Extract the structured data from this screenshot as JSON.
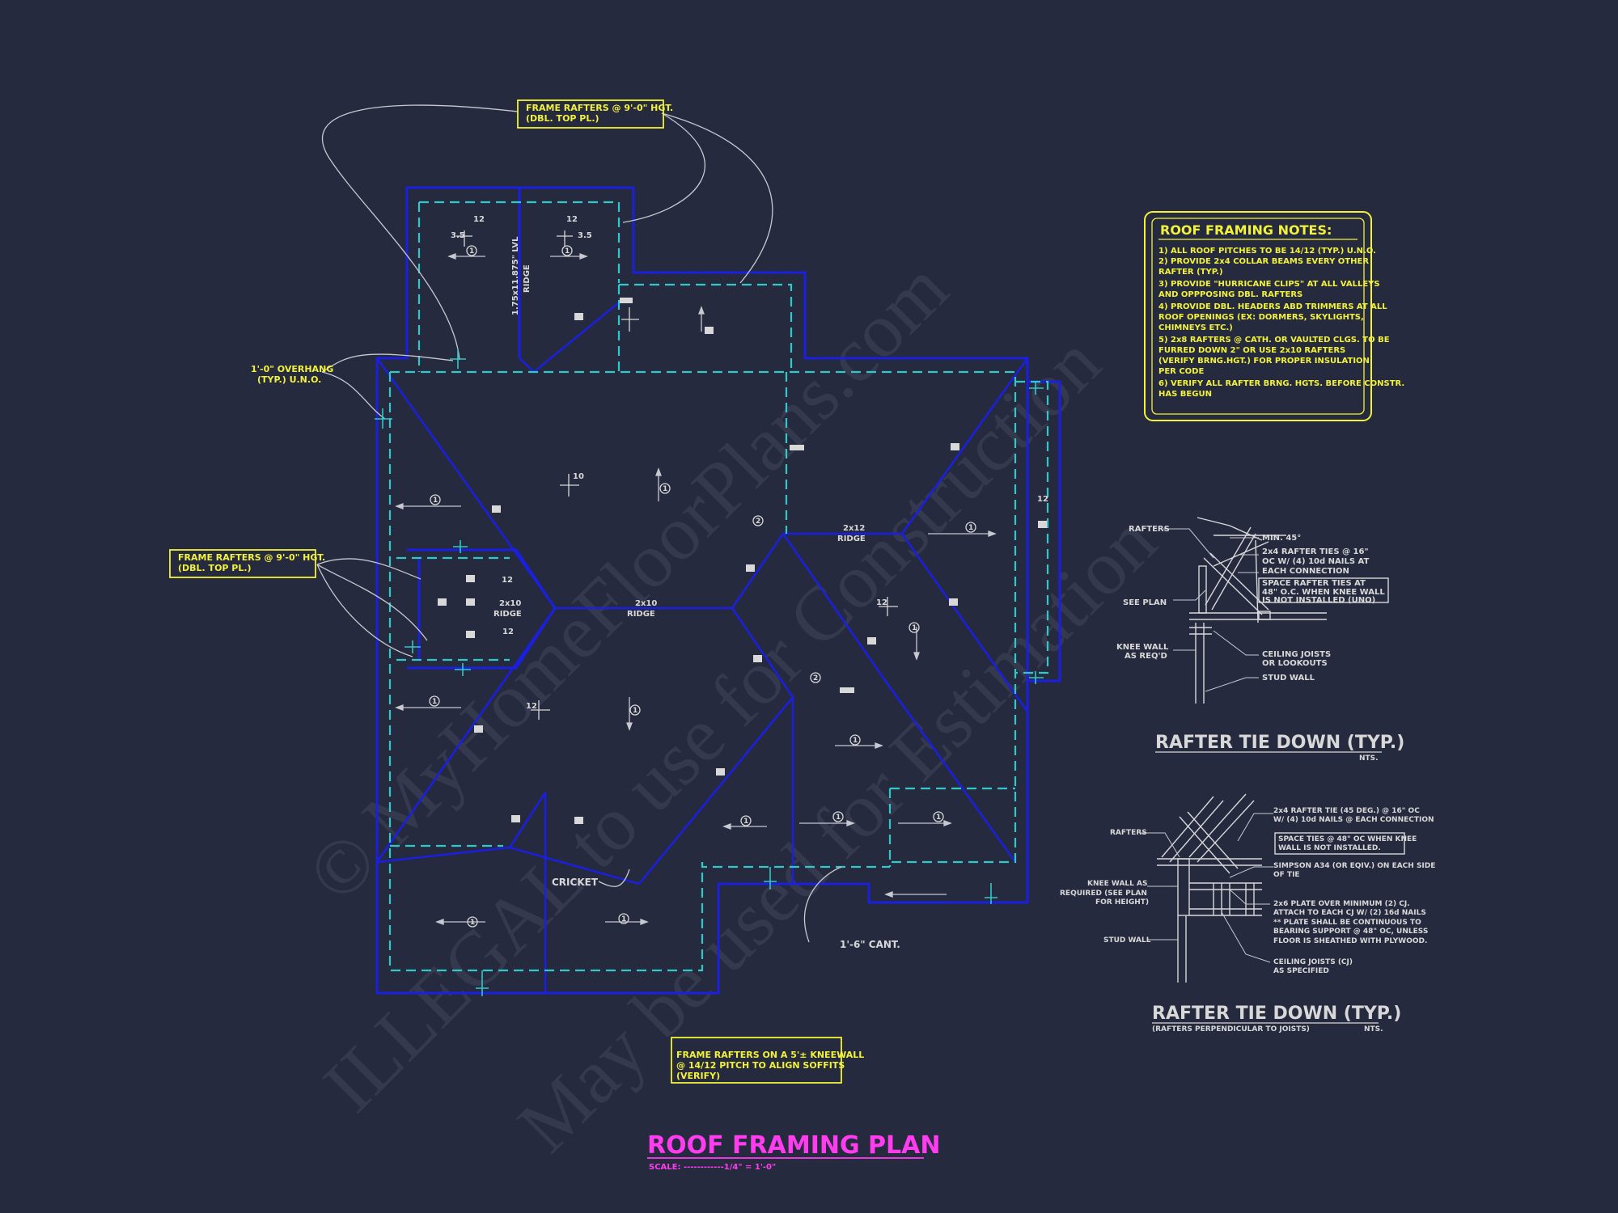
{
  "colors": {
    "background": "#262a3e",
    "wall": "#1a1fe0",
    "dash": "#30c8c8",
    "note": "#f2f23a",
    "title": "#ff3cf0",
    "text": "#d8d8d8"
  },
  "callouts": {
    "frame_top": [
      "FRAME RAFTERS @ 9'-0\" HGT.",
      "(DBL. TOP PL.)"
    ],
    "frame_left": [
      "FRAME RAFTERS @ 9'-0\" HGT.",
      "(DBL. TOP PL.)"
    ],
    "overhang": [
      "1'-0\" OVERHANG",
      "(TYP.) U.N.O."
    ],
    "kneewall": [
      "FRAME RAFTERS ON A 5'± KNEEWALL",
      "@ 14/12 PITCH TO ALIGN SOFFITS",
      "(VERIFY)"
    ],
    "cricket": "CRICKET",
    "cant": "1'-6\" CANT."
  },
  "plan_labels": {
    "lvl_ridge": [
      "1.75x11.875\" LVL",
      "RIDGE"
    ],
    "ridge_2x12": [
      "2x12",
      "RIDGE"
    ],
    "ridge_2x10": [
      "2x10",
      "RIDGE"
    ],
    "ridge_2x10_b": [
      "2x10",
      "RIDGE"
    ],
    "pitch_12": "12",
    "pitch_35": "3.5",
    "pitch_10": "10",
    "circle_1": "1",
    "circle_2": "2"
  },
  "notes": {
    "title": "ROOF FRAMING NOTES:",
    "items": [
      "1) ALL ROOF PITCHES TO BE 14/12 (TYP.) U.N.O.",
      "2) PROVIDE 2x4 COLLAR BEAMS EVERY OTHER",
      "   RAFTER (TYP.)",
      "3) PROVIDE \"HURRICANE CLIPS\" AT ALL VALLEYS",
      "   AND OPPPOSING DBL. RAFTERS",
      "4) PROVIDE DBL. HEADERS ABD TRIMMERS AT ALL",
      "   ROOF OPENINGS (EX: DORMERS, SKYLIGHTS,",
      "   CHIMNEYS ETC.)",
      "5) 2x8 RAFTERS @ CATH. OR VAULTED CLGS. TO BE",
      "   FURRED DOWN 2\" OR USE 2x10 RAFTERS",
      "   (VERIFY BRNG.HGT.) FOR PROPER INSULATION",
      "   PER CODE",
      "6) VERIFY ALL RAFTER BRNG. HGTS. BEFORE CONSTR.",
      "   HAS BEGUN"
    ]
  },
  "detail1": {
    "title": "RAFTER TIE DOWN (TYP.)",
    "nts": "NTS.",
    "labels": [
      "RAFTERS",
      "MIN. 45°",
      "2x4 RAFTER TIES @ 16\"",
      "OC W/ (4) 10d NAILS AT",
      "EACH CONNECTION",
      "SPACE RAFTER TIES AT",
      "48\" O.C. WHEN KNEE WALL",
      "IS NOT INSTALLED (UNO)",
      "SEE PLAN",
      "KNEE WALL",
      "AS REQ'D",
      "CEILING JOISTS",
      "OR LOOKOUTS",
      "STUD WALL"
    ]
  },
  "detail2": {
    "title": "RAFTER TIE DOWN (TYP.)",
    "subtitle": "(RAFTERS PERPENDICULAR TO JOISTS)",
    "nts": "NTS.",
    "labels": [
      "2x4 RAFTER TIE (45 DEG.) @ 16\" OC",
      "W/ (4) 10d NAILS @ EACH CONNECTION",
      "RAFTERS",
      "SPACE TIES @ 48\" OC WHEN KNEE",
      "WALL IS NOT INSTALLED.",
      "SIMPSON A34 (OR EQIV.) ON EACH SIDE",
      "OF TIE",
      "KNEE WALL AS",
      "REQUIRED (SEE PLAN",
      "FOR HEIGHT)",
      "2x6 PLATE OVER MINIMUM (2) CJ.",
      "ATTACH TO EACH CJ W/ (2) 16d NAILS",
      "** PLATE SHALL BE CONTINUOUS TO",
      "BEARING SUPPORT @ 48\" OC, UNLESS",
      "FLOOR IS SHEATHED WITH PLYWOOD.",
      "STUD WALL",
      "CEILING JOISTS (CJ)",
      "AS SPECIFIED"
    ]
  },
  "title": {
    "main": "ROOF FRAMING PLAN",
    "scale": "SCALE: ------------1/4\" = 1'-0\""
  },
  "watermark": [
    "© MyHomeFloorPlans.com",
    "ILLEGAL to use for Construction",
    "May be used for Estimation"
  ]
}
